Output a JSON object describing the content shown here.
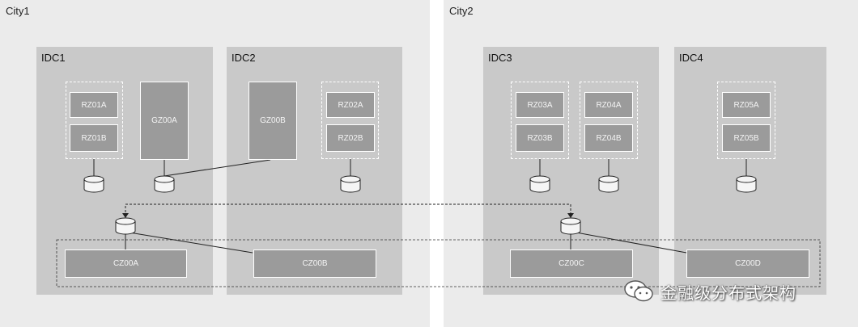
{
  "cities": [
    {
      "id": "city1",
      "label": "City1"
    },
    {
      "id": "city2",
      "label": "City2"
    }
  ],
  "idcs": [
    {
      "id": "idc1",
      "label": "IDC1"
    },
    {
      "id": "idc2",
      "label": "IDC2"
    },
    {
      "id": "idc3",
      "label": "IDC3"
    },
    {
      "id": "idc4",
      "label": "IDC4"
    }
  ],
  "nodes": {
    "rz01a": "RZ01A",
    "rz01b": "RZ01B",
    "gz00a": "GZ00A",
    "gz00b": "GZ00B",
    "rz02a": "RZ02A",
    "rz02b": "RZ02B",
    "rz03a": "RZ03A",
    "rz03b": "RZ03B",
    "rz04a": "RZ04A",
    "rz04b": "RZ04B",
    "rz05a": "RZ05A",
    "rz05b": "RZ05B",
    "cz00a": "CZ00A",
    "cz00b": "CZ00B",
    "cz00c": "CZ00C",
    "cz00d": "CZ00D"
  },
  "watermark": {
    "text": "金融级分布式架构",
    "icon": "wechat-icon"
  },
  "colors": {
    "city_bg": "#ebebeb",
    "idc_bg": "#c9c9c9",
    "node_bg": "#9b9b9b",
    "line": "#222222"
  }
}
